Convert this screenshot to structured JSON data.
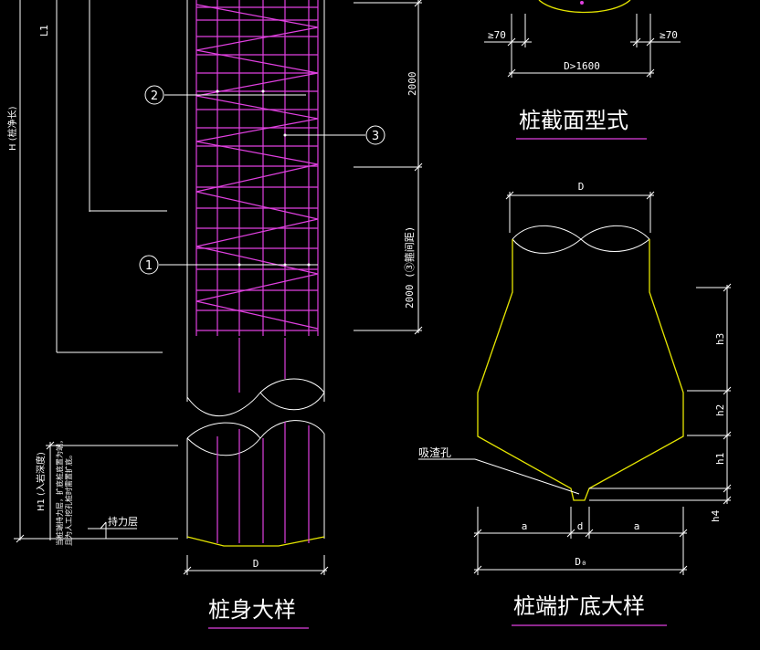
{
  "titles": {
    "pile_body": "桩身大样",
    "pile_section": "桩截面型式",
    "pile_end": "桩端扩底大样"
  },
  "labels": {
    "l1": "L1",
    "h_full": "H (桩净长)",
    "h1": "H1 (入岩深度)",
    "dim_2000_top": "2000",
    "dim_2000_bottom": "2000 (③箍间距)",
    "bearing_layer": "持力层",
    "note_line1": "当桩端持力层，扩底桩底置为端，",
    "note_line2": "且为人工挖孔桩时需置扩底。",
    "body_d": "D",
    "sec_ge70_left": "≥70",
    "sec_ge70_right": "≥70",
    "sec_d": "D>1600",
    "end_d": "D",
    "end_h3": "h3",
    "end_h2": "h2",
    "end_h1": "h1",
    "end_h4": "h4",
    "end_a_left": "a",
    "end_d_small": "d",
    "end_a_right": "a",
    "end_d0": "D₀",
    "slag_hole": "吸渣孔"
  },
  "callouts": {
    "c1": "1",
    "c2": "2",
    "c3": "3"
  },
  "colors": {
    "background": "#000000",
    "concrete_outline": "#ffffff",
    "rebar": "#e040e0",
    "end_outline": "#e6e600",
    "title_underline": "#e040e0"
  }
}
